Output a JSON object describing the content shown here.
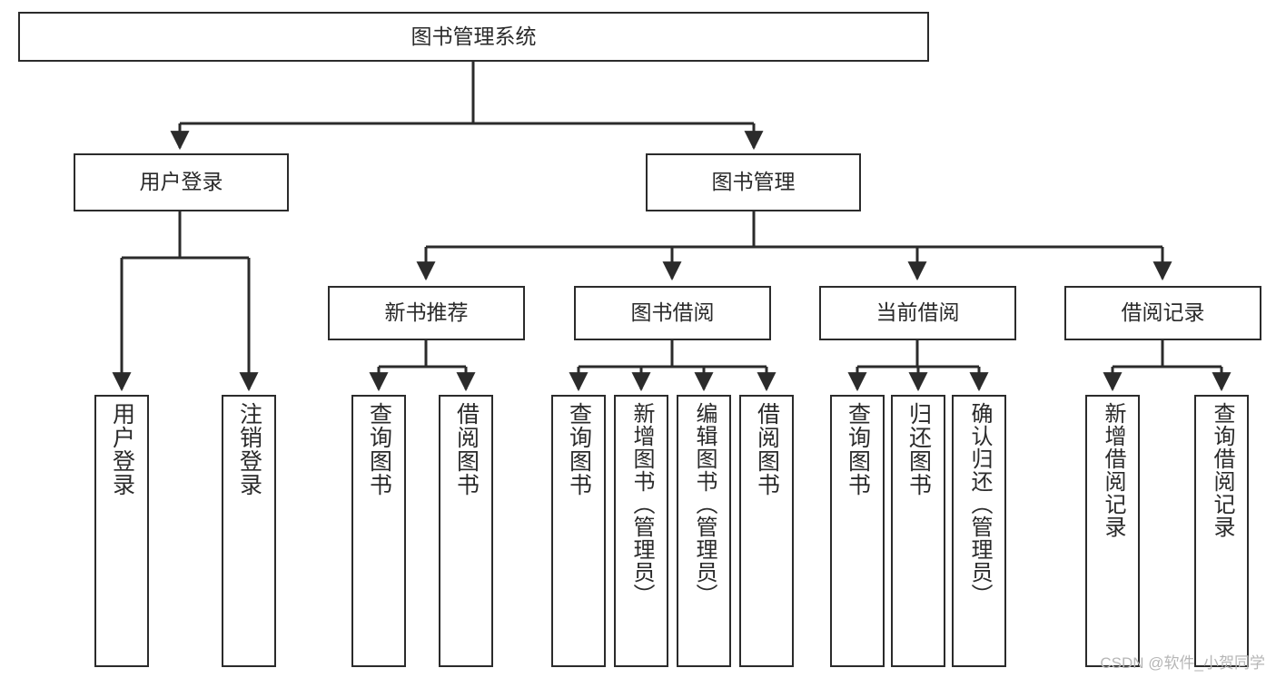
{
  "diagram": {
    "title": "图书管理系统",
    "type": "tree-hierarchy-chart",
    "root": {
      "id": "root",
      "label": "图书管理系统"
    },
    "level2": [
      {
        "id": "user-login",
        "label": "用户登录"
      },
      {
        "id": "book-manage",
        "label": "图书管理"
      }
    ],
    "level3": [
      {
        "id": "new-book-recommend",
        "label": "新书推荐",
        "parent": "book-manage"
      },
      {
        "id": "book-borrow",
        "label": "图书借阅",
        "parent": "book-manage"
      },
      {
        "id": "current-borrow",
        "label": "当前借阅",
        "parent": "book-manage"
      },
      {
        "id": "borrow-record",
        "label": "借阅记录",
        "parent": "book-manage"
      }
    ],
    "leaves": [
      {
        "id": "leaf-user-login",
        "label": "用户登录",
        "parent": "user-login"
      },
      {
        "id": "leaf-logout-login",
        "label": "注销登录",
        "parent": "user-login"
      },
      {
        "id": "leaf-query-book-1",
        "label": "查询图书",
        "parent": "new-book-recommend"
      },
      {
        "id": "leaf-borrow-book-1",
        "label": "借阅图书",
        "parent": "new-book-recommend"
      },
      {
        "id": "leaf-query-book-2",
        "label": "查询图书",
        "parent": "book-borrow"
      },
      {
        "id": "leaf-add-book",
        "label": "新增图书（管理员）",
        "parent": "book-borrow"
      },
      {
        "id": "leaf-edit-book",
        "label": "编辑图书（管理员）",
        "parent": "book-borrow"
      },
      {
        "id": "leaf-borrow-book-2",
        "label": "借阅图书",
        "parent": "book-borrow"
      },
      {
        "id": "leaf-query-book-3",
        "label": "查询图书",
        "parent": "current-borrow"
      },
      {
        "id": "leaf-return-book",
        "label": "归还图书",
        "parent": "current-borrow"
      },
      {
        "id": "leaf-confirm-return",
        "label": "确认归还（管理员）",
        "parent": "current-borrow"
      },
      {
        "id": "leaf-add-record",
        "label": "新增借阅记录",
        "parent": "borrow-record"
      },
      {
        "id": "leaf-query-record",
        "label": "查询借阅记录",
        "parent": "borrow-record"
      }
    ],
    "colors": {
      "border": "#2b2b2b",
      "background": "#ffffff",
      "text": "#2a2a2a",
      "connector": "#2b2b2b",
      "watermark": "#b6b6b6"
    }
  },
  "watermark": {
    "text": "CSDN @软件_小贺同学"
  }
}
